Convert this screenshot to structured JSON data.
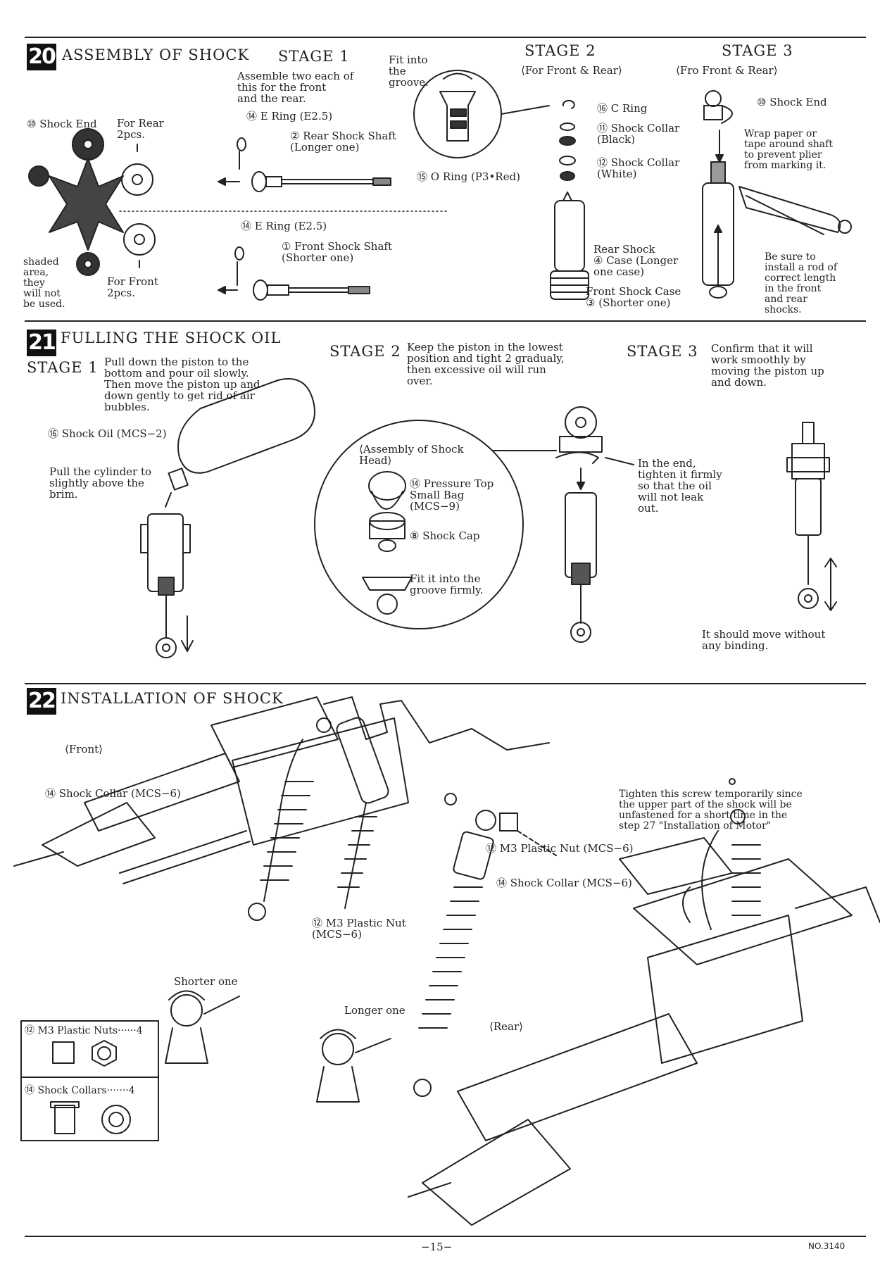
{
  "s20": {
    "number": "20",
    "title": "ASSEMBLY OF SHOCK",
    "stage1": "STAGE 1",
    "stage2": "STAGE 2",
    "stage3": "STAGE 3",
    "stage2_sub": "⟨For Front & Rear⟩",
    "stage3_sub": "⟨Fro Front & Rear⟩",
    "assemble_note": "Assemble two each of\nthis for the front\nand the rear.",
    "fit_groove": "Fit into\nthe\ngroove.",
    "shock_end": "⑩ Shock End",
    "for_rear": "For Rear\n2pcs.",
    "for_front": "For Front\n2pcs.",
    "shaded_note": "shaded\narea,\nthey\nwill not\nbe used.",
    "e_ring_1": "⑭ E Ring (E2.5)",
    "rear_shaft": "② Rear Shock Shaft\n(Longer one)",
    "e_ring_2": "⑭ E Ring (E2.5)",
    "front_shaft": "① Front Shock Shaft\n(Shorter one)",
    "o_ring": "⑮ O Ring (P3•Red)",
    "c_ring": "⑯ C Ring",
    "collar_black": "⑪ Shock Collar\n(Black)",
    "collar_white": "⑫ Shock Collar\n(White)",
    "rear_case": "Rear Shock\n④ Case (Longer\none case)",
    "front_case": "Front Shock Case\n③ (Shorter one)",
    "shock_end_3": "⑩ Shock End",
    "wrap_note": "Wrap paper or\ntape around shaft\nto prevent plier\nfrom marking it.",
    "be_sure": "Be sure to\ninstall a rod of\ncorrect length\nin the front\nand rear\nshocks."
  },
  "s21": {
    "number": "21",
    "title": "FULLING THE SHOCK OIL",
    "stage1": "STAGE 1",
    "stage1_text": "Pull down the piston to the\nbottom and pour oil slowly.\nThen move the piston up and\ndown gently to get rid of air\nbubbles.",
    "stage2": "STAGE 2",
    "stage2_text": "Keep the piston in the lowest\nposition and tight 2 gradualy,\nthen excessive oil will run\nover.",
    "stage3": "STAGE 3",
    "stage3_text": "Confirm that it will\nwork smoothly by\nmoving the piston up\nand down.",
    "shock_oil": "⑯ Shock Oil (MCS−2)",
    "pull_cylinder": "Pull the cylinder to\nslightly above the\nbrim.",
    "assembly_head": "⟨Assembly of Shock\nHead⟩",
    "pressure_top": "⑭ Pressure Top\nSmall Bag\n(MCS−9)",
    "shock_cap": "⑧ Shock Cap",
    "fit_groove": "Fit it into the\ngroove firmly.",
    "in_the_end": "In the end,\ntighten it firmly\nso that the oil\nwill not leak\nout.",
    "no_binding": "It should move without\nany binding."
  },
  "s22": {
    "number": "22",
    "title": "INSTALLATION OF SHOCK",
    "front": "⟨Front⟩",
    "rear": "⟨Rear⟩",
    "collar_front": "⑭ Shock Collar (MCS−6)",
    "nut_front": "⑫ M3 Plastic Nut\n(MCS−6)",
    "nut_rear": "⑫ M3 Plastic Nut (MCS−6)",
    "collar_rear": "⑭ Shock Collar (MCS−6)",
    "tighten_note": "Tighten this screw temporarily since\nthe upper part of the shock will be\nunfastened for a short time in the\nstep 27 \"Installation of Motor\"",
    "shorter_one": "Shorter one",
    "longer_one": "Longer one",
    "parts_nuts": "⑫ M3 Plastic Nuts······4",
    "parts_collars": "⑭ Shock Collars·······4"
  },
  "footer": {
    "page": "−15−",
    "code": "NO.3140"
  }
}
